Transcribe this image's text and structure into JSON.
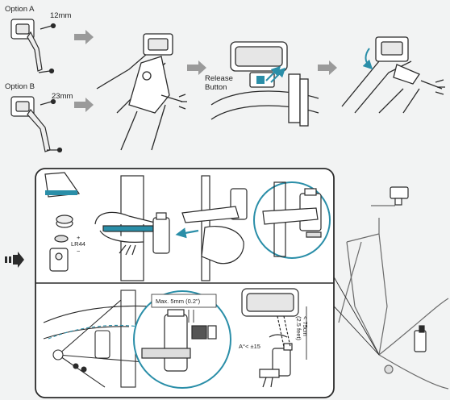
{
  "top": {
    "option_a": {
      "label": "Option A",
      "size": "12mm"
    },
    "option_b": {
      "label": "Option B",
      "size": "23mm"
    },
    "release_button_line1": "Release",
    "release_button_line2": "Button"
  },
  "panel": {
    "battery_label": "LR44",
    "battery_plus": "+",
    "battery_minus": "−",
    "max_gap": "Max. 5mm (0.2\")",
    "angle_label": "A°< ±15",
    "distance_line1": "< 75cm",
    "distance_line2": "(2.5 feet)"
  },
  "colors": {
    "accent": "#2a8ea8",
    "line": "#2b2b2b",
    "panel_bg": "#ffffff",
    "page_bg": "#f2f3f3"
  }
}
